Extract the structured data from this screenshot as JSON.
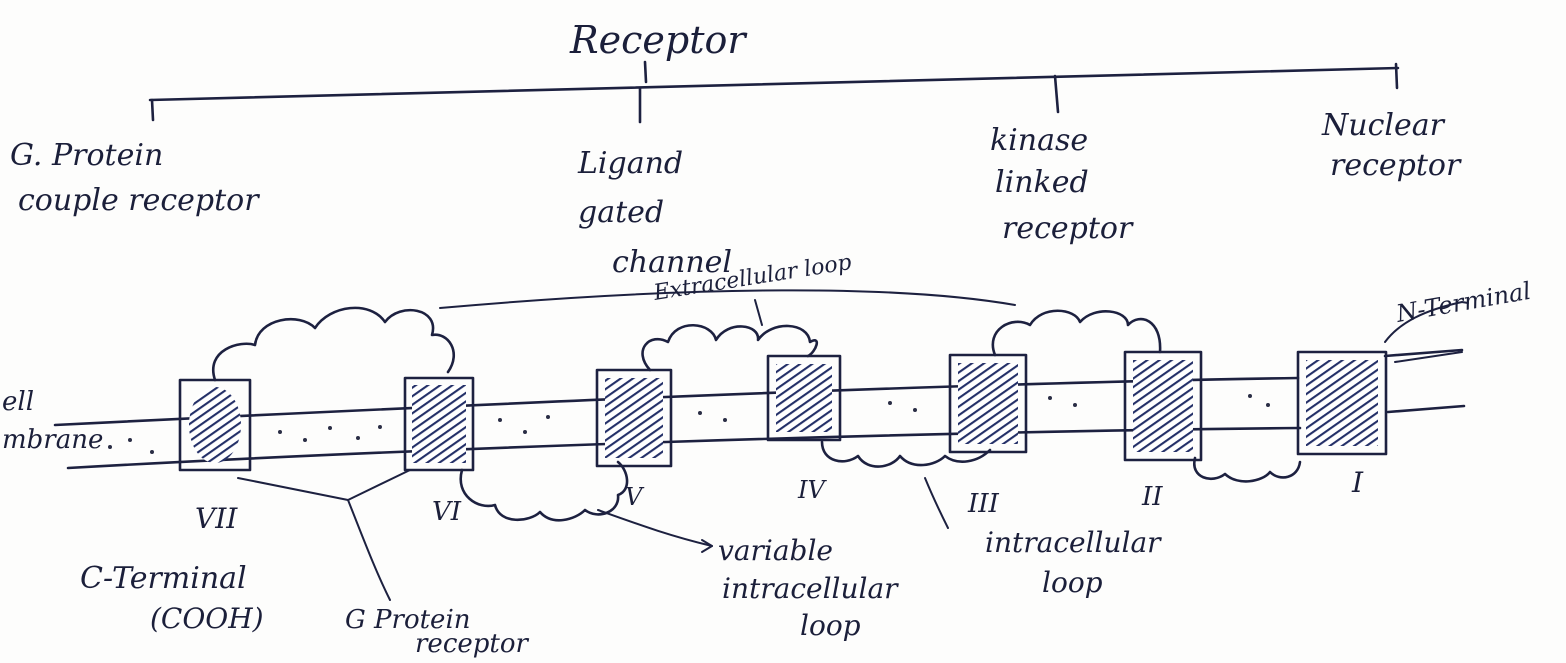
{
  "title": "Receptor",
  "categories": [
    {
      "lines": [
        "G. Protein",
        "couple receptor"
      ]
    },
    {
      "lines": [
        "Ligand",
        "gated",
        "channel"
      ]
    },
    {
      "lines": [
        "kinase",
        "linked",
        "receptor"
      ]
    },
    {
      "lines": [
        "Nuclear",
        "receptor"
      ]
    }
  ],
  "membrane_label": [
    "ell",
    "mbrane"
  ],
  "labels": {
    "extracellular_loop": "Extracellular loop",
    "n_terminal": "N-Terminal",
    "c_terminal": "C-Terminal",
    "cooh": "(COOH)",
    "g_protein_receptor": [
      "G Protein",
      "receptor"
    ],
    "variable_intracellular_loop": [
      "variable",
      "intracellular",
      "loop"
    ],
    "intracellular_loop": [
      "intracellular",
      "loop"
    ]
  },
  "domains": [
    "VII",
    "VI",
    "V",
    "IV",
    "III",
    "II",
    "I"
  ],
  "colors": {
    "ink": "#1d2140",
    "hatch": "#243068",
    "paper": "#fdfdfc"
  }
}
